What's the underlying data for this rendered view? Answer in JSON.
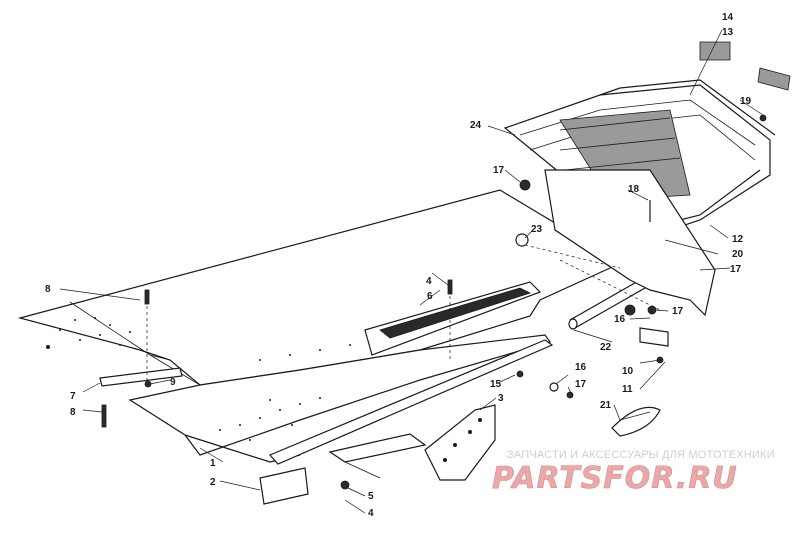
{
  "callouts": {
    "c1": "1",
    "c2": "2",
    "c3": "3",
    "c4a": "4",
    "c4b": "4",
    "c5": "5",
    "c6": "6",
    "c7": "7",
    "c8a": "8",
    "c8b": "8",
    "c9": "9",
    "c10": "10",
    "c11": "11",
    "c12": "12",
    "c13": "13",
    "c14": "14",
    "c15": "15",
    "c16a": "16",
    "c16b": "16",
    "c17a": "17",
    "c17b": "17",
    "c17c": "17",
    "c17d": "17",
    "c18": "18",
    "c19": "19",
    "c20": "20",
    "c21": "21",
    "c22": "22",
    "c23": "23",
    "c24": "24"
  },
  "watermark": {
    "caption": "ЗАПЧАСТИ И АКСЕССУАРЫ ДЛЯ МОТОТЕХНИКИ",
    "brand": "PARTSFOR.RU"
  }
}
